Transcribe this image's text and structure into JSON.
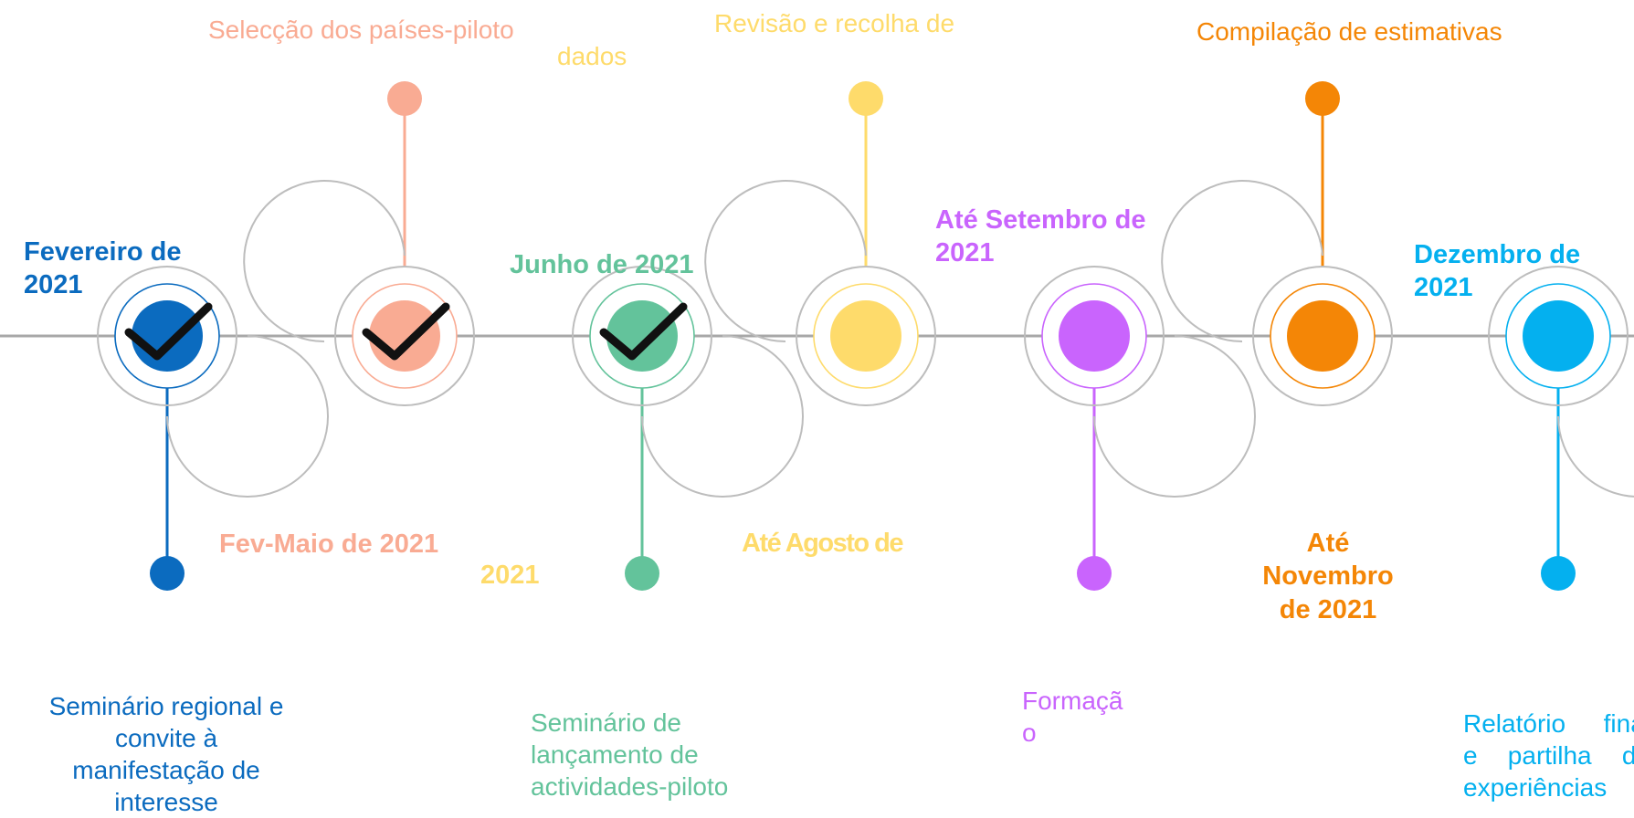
{
  "colors": {
    "blue": "#0b6bbf",
    "salmon": "#f9ab93",
    "green": "#63c39b",
    "yellow": "#fedb6b",
    "purple": "#c964fd",
    "orange": "#f48606",
    "sky": "#04b0ef",
    "axis": "#a8a8a8",
    "ring": "#bdbdbd",
    "check": "#111111"
  },
  "milestones": [
    {
      "id": "m1",
      "color": "blue",
      "completed": true,
      "stem": "down",
      "date": "Fevereiro de\n2021",
      "activity": "Seminário regional e\nconvite à\nmanifestação de\ninteresse"
    },
    {
      "id": "m2",
      "color": "salmon",
      "completed": true,
      "stem": "up",
      "date": "Fev-Maio de 2021",
      "activity": "Selecção dos países-piloto"
    },
    {
      "id": "m3",
      "color": "green",
      "completed": true,
      "stem": "down",
      "date": "Junho de 2021",
      "activity": "Seminário de\nlançamento de\nactividades-piloto"
    },
    {
      "id": "m4",
      "color": "yellow",
      "completed": false,
      "stem": "up",
      "date_lines": [
        "Até Agosto de",
        "2021"
      ],
      "activity_lines": [
        "Revisão e recolha de",
        "dados"
      ]
    },
    {
      "id": "m5",
      "color": "purple",
      "completed": false,
      "stem": "down",
      "date": "Até Setembro de\n2021",
      "activity": "Formaçã\no"
    },
    {
      "id": "m6",
      "color": "orange",
      "completed": false,
      "stem": "up",
      "date": "Até\nNovembro\nde 2021",
      "activity": "Compilação de estimativas"
    },
    {
      "id": "m7",
      "color": "sky",
      "completed": false,
      "stem": "down",
      "date": "Dezembro de\n2021",
      "activity": "Relatório final\ne partilha de\nexperiências"
    }
  ]
}
